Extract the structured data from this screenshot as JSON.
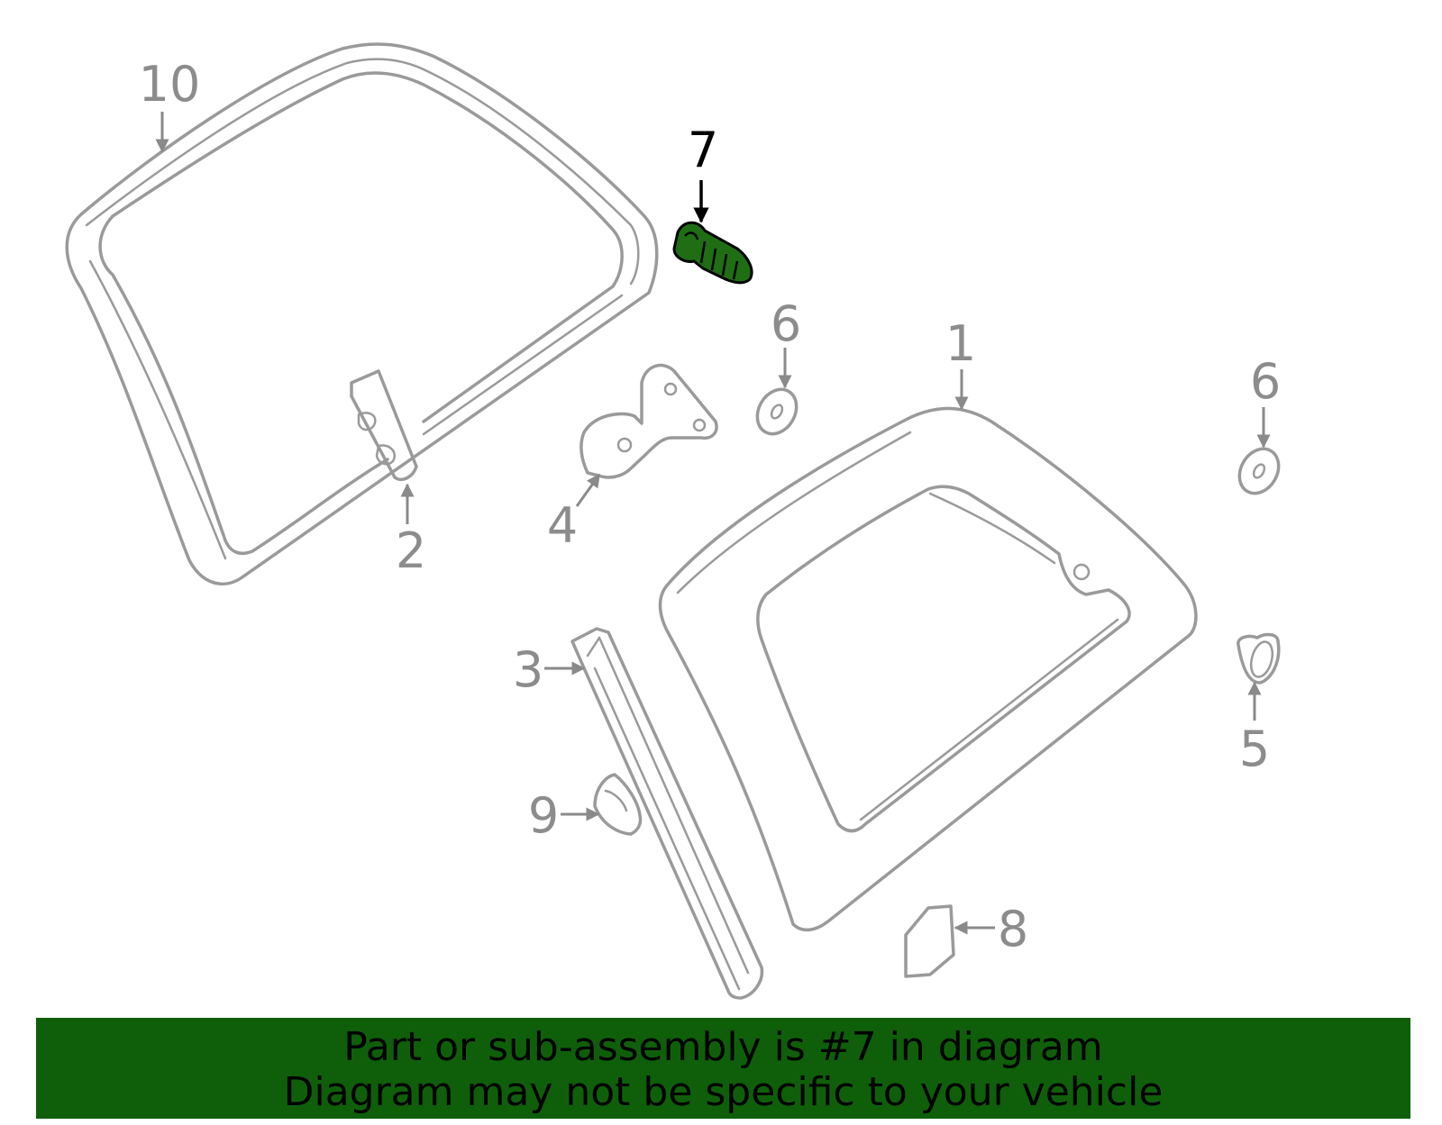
{
  "diagram": {
    "highlighted_part": "7",
    "highlight_color": "#1f6e14",
    "banner_color": "#0f5f0a",
    "part_color": "#9a9a9a",
    "callouts": [
      {
        "id": "10",
        "label": "10"
      },
      {
        "id": "7",
        "label": "7"
      },
      {
        "id": "6a",
        "label": "6"
      },
      {
        "id": "1",
        "label": "1"
      },
      {
        "id": "6b",
        "label": "6"
      },
      {
        "id": "4",
        "label": "4"
      },
      {
        "id": "2",
        "label": "2"
      },
      {
        "id": "3",
        "label": "3"
      },
      {
        "id": "5",
        "label": "5"
      },
      {
        "id": "9",
        "label": "9"
      },
      {
        "id": "8",
        "label": "8"
      }
    ]
  },
  "banner": {
    "line1": "Part or sub-assembly is #7 in diagram",
    "line2": "Diagram may not be specific to your vehicle"
  }
}
